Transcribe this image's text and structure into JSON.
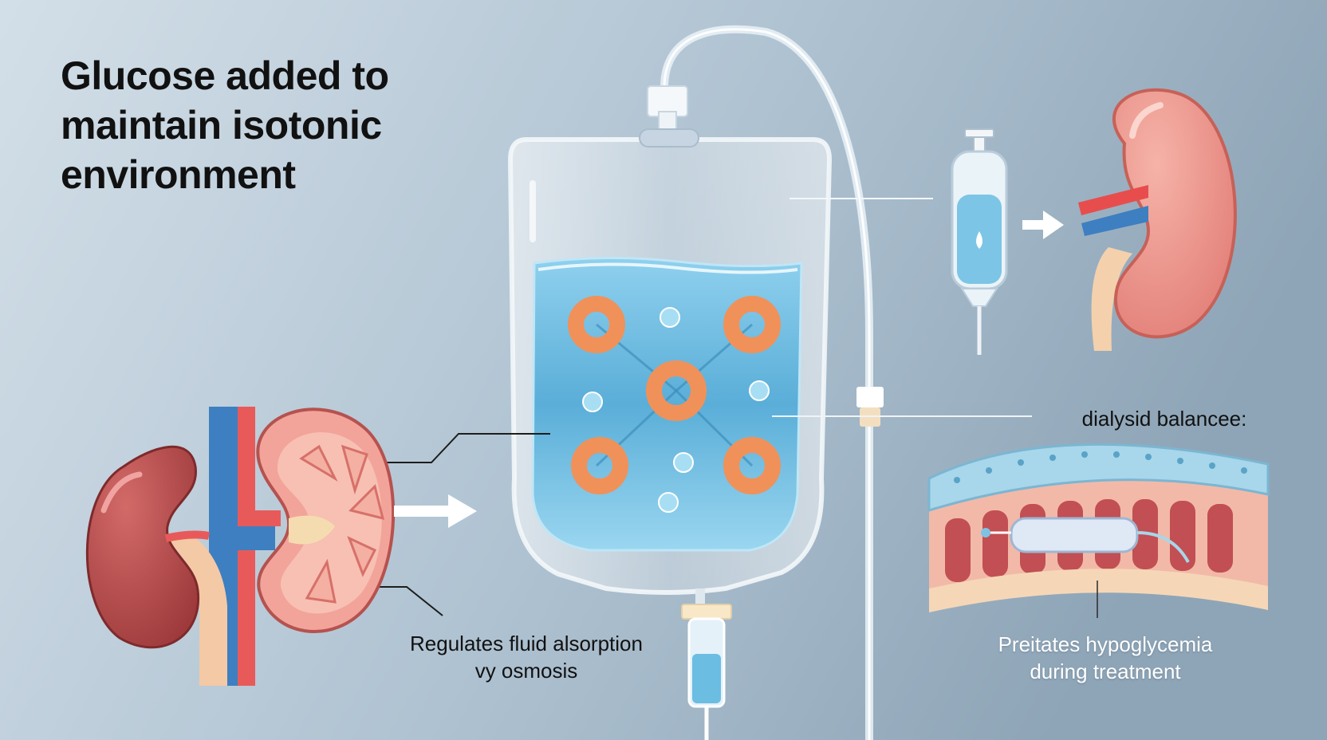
{
  "title": {
    "lines": [
      "Glucose added to",
      "maintain isotonic",
      "environment"
    ]
  },
  "caption_left": {
    "lines": [
      "Regulates fluid alsorption",
      "vy osmosis"
    ]
  },
  "caption_right_heading": "dialysid balancee:",
  "caption_right": {
    "lines": [
      "Preitates hypoglycemia",
      "during treatment"
    ]
  },
  "colors": {
    "background_left": "#c9d7e2",
    "background_right": "#8fa6b8",
    "fluid_blue": "#5fb2d9",
    "molecule_orange": "#f0915a",
    "kidney_red": "#b94d4d",
    "kidney_pink": "#f2a49a",
    "vessel_blue": "#3d7fc1",
    "vessel_red": "#e85a5a"
  },
  "icons": [
    "iv-bag-icon",
    "glucose-molecule-icon",
    "kidney-icon",
    "syringe-icon",
    "arrow-right-icon",
    "tissue-cross-section-icon"
  ]
}
